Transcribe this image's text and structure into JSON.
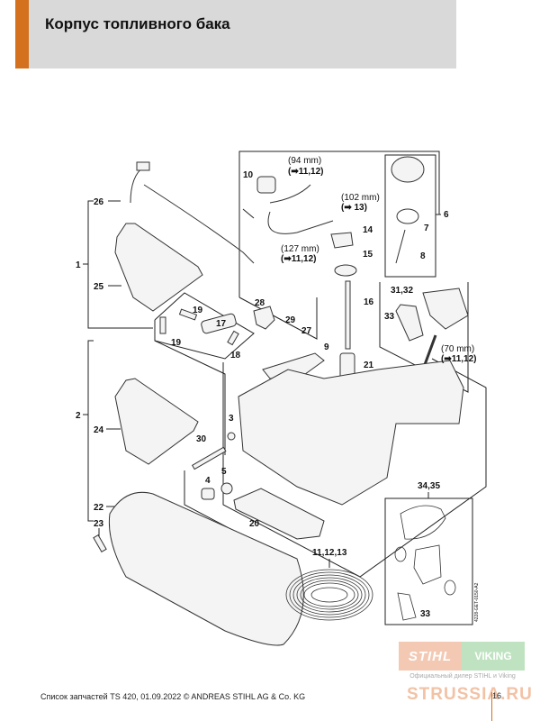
{
  "header": {
    "title": "Корпус топливного бака",
    "accent_color": "#d4711e",
    "background_color": "#d9d9d9"
  },
  "callouts": {
    "c1": "1",
    "c2": "2",
    "c3": "3",
    "c4": "4",
    "c5": "5",
    "c6": "6",
    "c7": "7",
    "c8": "8",
    "c9": "9",
    "c10": "10",
    "c14": "14",
    "c15": "15",
    "c16": "16",
    "c17": "17",
    "c18": "18",
    "c19a": "19",
    "c19b": "19",
    "c20": "20",
    "c21": "21",
    "c22": "22",
    "c23": "23",
    "c24": "24",
    "c25": "25",
    "c26": "26",
    "c27": "27",
    "c28": "28",
    "c29": "29",
    "c30": "30",
    "c3132": "31,32",
    "c33a": "33",
    "c33b": "33",
    "c3435": "34,35",
    "c111213": "11,12,13"
  },
  "hose_notes": {
    "h94_len": "(94 mm)",
    "h94_ref": "(➡11,12)",
    "h102_len": "(102 mm)",
    "h102_ref": "(➡ 13)",
    "h127_len": "(127 mm)",
    "h127_ref": "(➡11,12)",
    "h70_len": "(70 mm)",
    "h70_ref": "(➡11,12)"
  },
  "drawing_code": "4228-GET-0150-A2",
  "footer": {
    "text": "Список запчастей TS 420, 01.09.2022 © ANDREAS STIHL AG & Co. KG",
    "page_number": "16"
  },
  "watermark": {
    "brand_left": "STIHL",
    "brand_right": "VIKING",
    "dealer_text": "Официальный дилер STIHL и Viking",
    "site": "STRUSSIA.RU"
  }
}
